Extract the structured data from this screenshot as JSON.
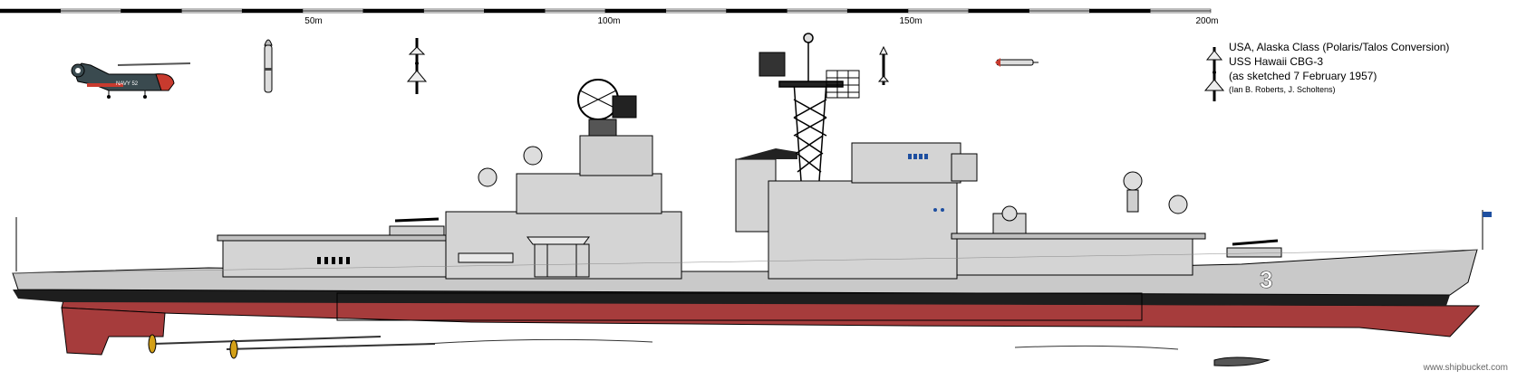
{
  "scale": {
    "labels": [
      "50m",
      "100m",
      "150m",
      "200m"
    ]
  },
  "title": {
    "line1": "USA, Alaska Class (Polaris/Talos Conversion)",
    "line2": "USS Hawaii CBG-3",
    "line3": "(as sketched 7 February 1957)",
    "credits": "(Ian B. Roberts, J. Scholtens)"
  },
  "ship": {
    "hull_number": "3"
  },
  "helicopter": {
    "marking": "NAVY 52"
  },
  "watermark": "www.shipbucket.com",
  "colors": {
    "hull_grey": "#c9c9c9",
    "superstructure_grey": "#d4d4d4",
    "antifouling_red": "#a63c3c",
    "boot_topping": "#1e1e1e",
    "outline": "#000000",
    "propeller_gold": "#d4a017",
    "window_blue": "#1e4fa0",
    "helicopter_dark": "#3a4a4f",
    "helicopter_red": "#c83a2e"
  }
}
